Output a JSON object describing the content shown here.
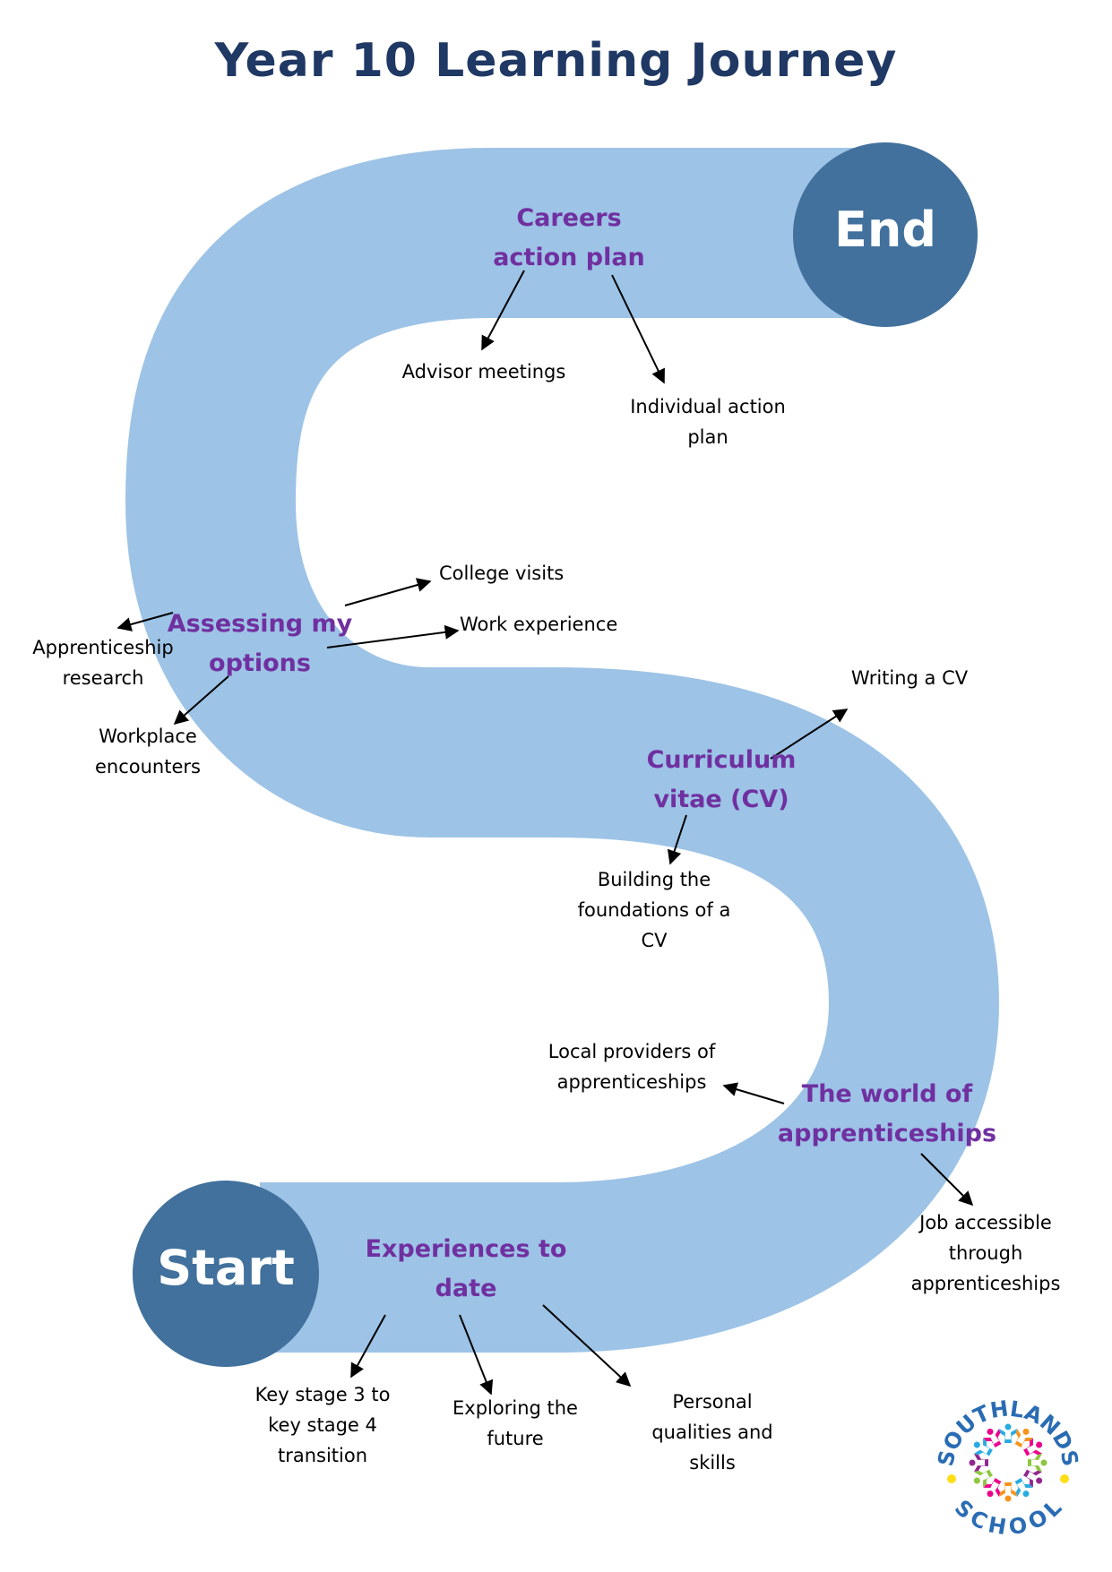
{
  "title": "Year 10 Learning Journey",
  "colors": {
    "path": "#9dc3e6",
    "node": "#41719c",
    "stage_text": "#7030a0",
    "title_text": "#1f3864",
    "logo_text": "#2a6cb4"
  },
  "nodes": {
    "start": "Start",
    "end": "End"
  },
  "stages": [
    {
      "id": "experiences",
      "lines": [
        "Experiences to",
        "date"
      ],
      "subtopics": [
        {
          "lines": [
            "Key stage 3 to",
            "key stage 4",
            "transition"
          ]
        },
        {
          "lines": [
            "Exploring the",
            "future"
          ]
        },
        {
          "lines": [
            "Personal",
            "qualities and",
            "skills"
          ]
        }
      ]
    },
    {
      "id": "apprenticeships",
      "lines": [
        "The world of",
        "apprenticeships"
      ],
      "subtopics": [
        {
          "lines": [
            "Local providers of",
            "apprenticeships"
          ]
        },
        {
          "lines": [
            "Job accessible",
            "through",
            "apprenticeships"
          ]
        }
      ]
    },
    {
      "id": "cv",
      "lines": [
        "Curriculum",
        "vitae (CV)"
      ],
      "subtopics": [
        {
          "lines": [
            "Writing a CV"
          ]
        },
        {
          "lines": [
            "Building the",
            "foundations of a",
            "CV"
          ]
        }
      ]
    },
    {
      "id": "options",
      "lines": [
        "Assessing my",
        "options"
      ],
      "subtopics": [
        {
          "lines": [
            "College visits"
          ]
        },
        {
          "lines": [
            "Work experience"
          ]
        },
        {
          "lines": [
            "Apprenticeship",
            "research"
          ]
        },
        {
          "lines": [
            "Workplace",
            "encounters"
          ]
        }
      ]
    },
    {
      "id": "careers",
      "lines": [
        "Careers",
        "action plan"
      ],
      "subtopics": [
        {
          "lines": [
            "Advisor meetings"
          ]
        },
        {
          "lines": [
            "Individual action",
            "plan"
          ]
        }
      ]
    }
  ],
  "logo": {
    "top_text": "SOUTHLANDS",
    "bottom_text": "SCHOOL",
    "figure_colors": [
      "#29abe2",
      "#f7941d",
      "#ec008c",
      "#8dc63f",
      "#92278f",
      "#29abe2",
      "#f7941d",
      "#ec008c",
      "#8dc63f",
      "#92278f",
      "#29abe2",
      "#ec008c"
    ],
    "dot_color": "#ffde17"
  }
}
